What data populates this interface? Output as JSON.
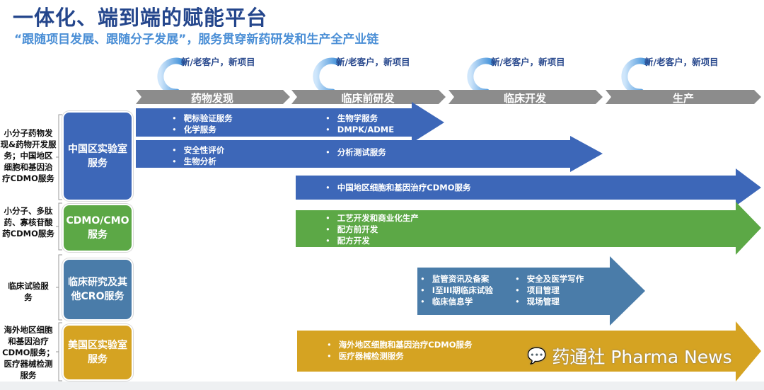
{
  "title": "一体化、端到端的赋能平台",
  "subtitle": "“跟随项目发展、跟随分子发展”，服务贯穿新药研发和生产全产业链",
  "cycle_label": "新/老客户，新项目",
  "phases": [
    "药物发现",
    "临床前研发",
    "临床开发",
    "生产"
  ],
  "left_labels": [
    "小分子药物发现&药物开发服务；中国地区细胞和基因治疗CDMO服务",
    "小分子、多肽药、寡核苷酸药CDMO服务",
    "临床试验服务",
    "海外地区细胞和基因治疗CDMO服务；医疗器械检测服务"
  ],
  "boxes": [
    "中国区实验室服务",
    "CDMO/CMO服务",
    "临床研究及其他CRO服务",
    "美国区实验室服务"
  ],
  "arrows": {
    "a1_col1": [
      "靶标验证服务",
      "化学服务"
    ],
    "a1_col2": [
      "生物学服务",
      "DMPK/ADME"
    ],
    "a2_col1": [
      "安全性评价",
      "生物分析"
    ],
    "a2_col2": [
      "分析测试服务"
    ],
    "a3": [
      "中国地区细胞和基因治疗CDMO服务"
    ],
    "a4": [
      "工艺开发和商业化生产",
      "配方前开发",
      "配方开发"
    ],
    "a5_col1": [
      "监管资讯及备案",
      "I至III期临床试验",
      "临床信息学"
    ],
    "a5_col2": [
      "安全及医学写作",
      "项目管理",
      "现场管理"
    ],
    "a6": [
      "海外地区细胞和基因治疗CDMO服务",
      "医疗器械检测服务"
    ]
  },
  "watermark": "药通社 Pharma News",
  "colors": {
    "blue": "#3d67b8",
    "green": "#5ca846",
    "steel": "#4a7ca9",
    "gold": "#d5a322",
    "gray": "#8c8c8c"
  }
}
